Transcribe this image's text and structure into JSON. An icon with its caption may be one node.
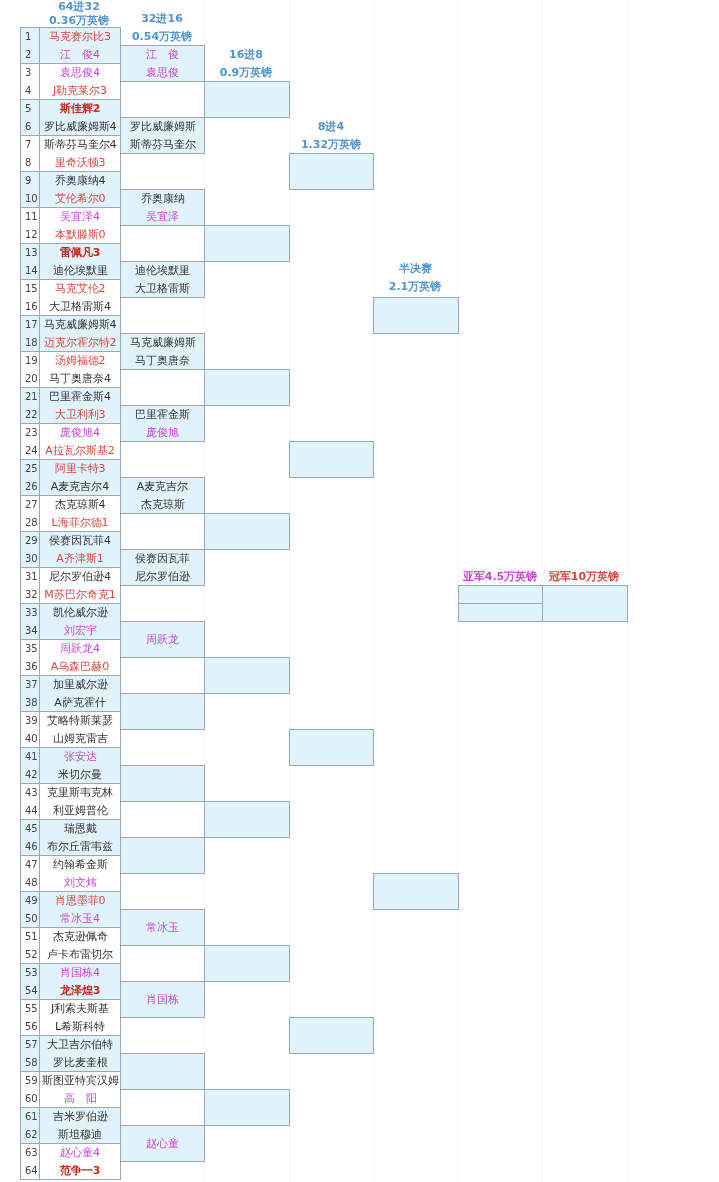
{
  "diagram": {
    "nodes": [
      {
        "text": [
          "1",
          "马克赛尔比3",
          "2",
          "江　俊4"
        ]
      },
      {
        "text": [
          "3",
          "袁思俊4",
          "4",
          "J勒克莱尔3"
        ]
      },
      {
        "text": [
          "5",
          "斯佳辉2",
          "6",
          "罗比威廉姆斯4"
        ]
      },
      {
        "text": [
          "7",
          "斯蒂芬马奎尔4",
          "8",
          "里奇沃顿3"
        ]
      },
      {
        "text": [
          "9",
          "乔奥康纳4",
          "10",
          "艾伦希尔0"
        ]
      },
      {
        "text": [
          "11",
          "吴宜泽4",
          "12",
          "本默滕斯0"
        ]
      },
      {
        "text": [
          "13",
          "雷佩凡3",
          "14",
          "迪伦埃默里"
        ]
      },
      {
        "text": [
          "15",
          "马克艾伦2",
          "16",
          "大卫格雷斯4"
        ]
      },
      {
        "text": [
          "17",
          "马克威廉姆斯4",
          "18",
          "迈克尔霍尔特2"
        ]
      },
      {
        "text": [
          "19",
          "汤姆福德2",
          "20",
          "马丁奥唐奈4"
        ]
      },
      {
        "text": [
          "21",
          "巴里霍金斯4",
          "22",
          "大卫利利3"
        ]
      },
      {
        "text": [
          "23",
          "庞俊旭4",
          "24",
          "A拉瓦尔斯基2"
        ]
      },
      {
        "text": [
          "25",
          "阿里卡特3",
          "26",
          "A麦克吉尔4"
        ]
      },
      {
        "text": [
          "27",
          "杰克琼斯4",
          "28",
          "L海菲尔德1"
        ]
      },
      {
        "text": [
          "29",
          "侯赛因瓦菲4",
          "30",
          "A齐津斯1"
        ]
      },
      {
        "text": [
          "31",
          "尼尔罗伯逊4",
          "32",
          "M苏巴尔奇克1"
        ]
      },
      {
        "text": [
          "33",
          "凯伦威尔逊",
          "34",
          "刘宏宇"
        ]
      },
      {
        "text": [
          "35",
          "周跃龙4",
          "36",
          "A乌森巴赫0"
        ]
      },
      {
        "text": [
          "37",
          "加里威尔逊",
          "38",
          "A萨克霍什"
        ]
      },
      {
        "text": [
          "39",
          "艾略特斯莱瑟",
          "40",
          "山姆克雷吉"
        ]
      },
      {
        "text": [
          "41",
          "张安达",
          "42",
          "米切尔曼"
        ]
      },
      {
        "text": [
          "43",
          "克里斯韦克林",
          "44",
          "利亚姆普伦"
        ]
      },
      {
        "text": [
          "45",
          "瑞恩戴",
          "46",
          "布尔丘雷韦兹"
        ]
      },
      {
        "text": [
          "47",
          "约翰希金斯",
          "48",
          "刘文炜"
        ]
      },
      {
        "text": [
          "49",
          "肖恩墨菲0",
          "50",
          "常冰玉4"
        ]
      },
      {
        "text": [
          "51",
          "杰克逊佩奇",
          "52",
          "卢卡布雷切尔"
        ]
      },
      {
        "text": [
          "53",
          "肖国栋4",
          "54",
          "龙泽煌3"
        ]
      },
      {
        "text": [
          "55",
          "J利索夫斯基",
          "56",
          "L希斯科特"
        ]
      },
      {
        "text": [
          "57",
          "大卫吉尔伯特",
          "58",
          "罗比麦奎根"
        ]
      },
      {
        "text": [
          "59",
          "斯图亚特宾汉姆",
          "60",
          "高　阳"
        ]
      },
      {
        "text": [
          "61",
          "吉米罗伯逊",
          "62",
          "斯坦穆迪"
        ]
      },
      {
        "text": [
          "63",
          "赵心童4",
          "64",
          "范争一3"
        ]
      },
      {
        "text": [
          "江　俊",
          "袁思俊"
        ]
      },
      {
        "text": [
          "罗比威廉姆斯",
          "斯蒂芬马奎尔"
        ]
      },
      {
        "text": [
          "乔奥康纳",
          "吴宜泽"
        ]
      },
      {
        "text": [
          "迪伦埃默里",
          "大卫格雷斯"
        ]
      },
      {
        "text": [
          "马克威廉姆斯",
          "马丁奥唐奈"
        ]
      },
      {
        "text": [
          "巴里霍金斯",
          "庞俊旭"
        ]
      },
      {
        "text": [
          "A麦克吉尔",
          "杰克琼斯"
        ]
      },
      {
        "text": [
          "侯赛因瓦菲",
          "尼尔罗伯逊"
        ]
      },
      {
        "text": [
          "周跃龙"
        ]
      },
      {
        "text": [],
        "shape": "box"
      },
      {
        "text": [],
        "shape": "box"
      },
      {
        "text": [],
        "shape": "box"
      },
      {
        "text": [
          "常冰玉"
        ]
      },
      {
        "text": [
          "肖国栋"
        ]
      },
      {
        "text": [],
        "shape": "box"
      },
      {
        "text": [
          "赵心童"
        ]
      },
      {
        "text": [],
        "shape": "box"
      },
      {
        "text": [],
        "shape": "box"
      },
      {
        "text": [],
        "shape": "box"
      },
      {
        "text": [],
        "shape": "box"
      },
      {
        "text": [],
        "shape": "box"
      },
      {
        "text": [],
        "shape": "box"
      },
      {
        "text": [],
        "shape": "box"
      },
      {
        "text": [],
        "shape": "box"
      },
      {
        "text": [],
        "shape": "box"
      },
      {
        "text": [],
        "shape": "box"
      },
      {
        "text": [],
        "shape": "box"
      },
      {
        "text": [],
        "shape": "box"
      },
      {
        "text": [],
        "shape": "box"
      },
      {
        "text": [],
        "shape": "box"
      },
      {
        "text": [],
        "shape": "box"
      },
      {
        "text": [],
        "shape": "box"
      },
      {
        "text": [],
        "shape": "box"
      }
    ],
    "labels": [
      "64进32",
      "0.36万英镑",
      "32进16",
      "0.54万英镑",
      "16进8",
      "0.9万英镑",
      "8进4",
      "1.32万英镑",
      "半决赛",
      "2.1万英镑",
      "亚军4.5万英镑",
      "冠军10万英镑"
    ]
  }
}
